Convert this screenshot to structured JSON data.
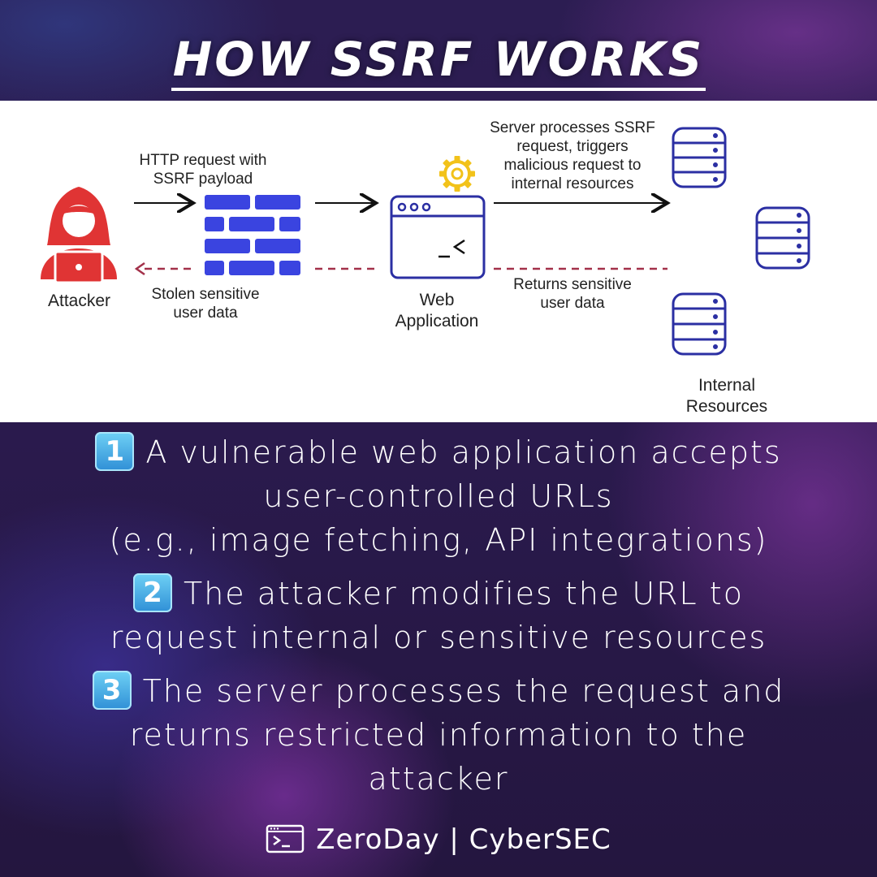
{
  "title": "HOW SSRF WORKS",
  "diagram": {
    "attacker_label": "Attacker",
    "request_label": [
      "HTTP request with",
      "SSRF payload"
    ],
    "stolen_label": [
      "Stolen sensitive",
      "user data"
    ],
    "webapp_label": [
      "Web",
      "Application"
    ],
    "server_label": [
      "Server processes SSRF",
      "request, triggers",
      "malicious request to",
      "internal resources"
    ],
    "returns_label": [
      "Returns sensitive",
      "user data"
    ],
    "internal_label": [
      "Internal",
      "Resources"
    ],
    "colors": {
      "attacker": "#e03434",
      "firewall": "#3a44e0",
      "server": "#2b2fa3",
      "gear": "#f2c21a",
      "return_arrow": "#a3314a"
    }
  },
  "steps": [
    {
      "badge": "1",
      "lines": [
        "A vulnerable web application accepts",
        "user-controlled URLs",
        "(e.g., image fetching, API integrations)"
      ]
    },
    {
      "badge": "2",
      "lines": [
        "The attacker modifies the URL to",
        "request internal or sensitive resources"
      ]
    },
    {
      "badge": "3",
      "lines": [
        "The server processes the request and",
        "returns restricted information to the",
        "attacker"
      ]
    }
  ],
  "footer": "ZeroDay | CyberSEC"
}
